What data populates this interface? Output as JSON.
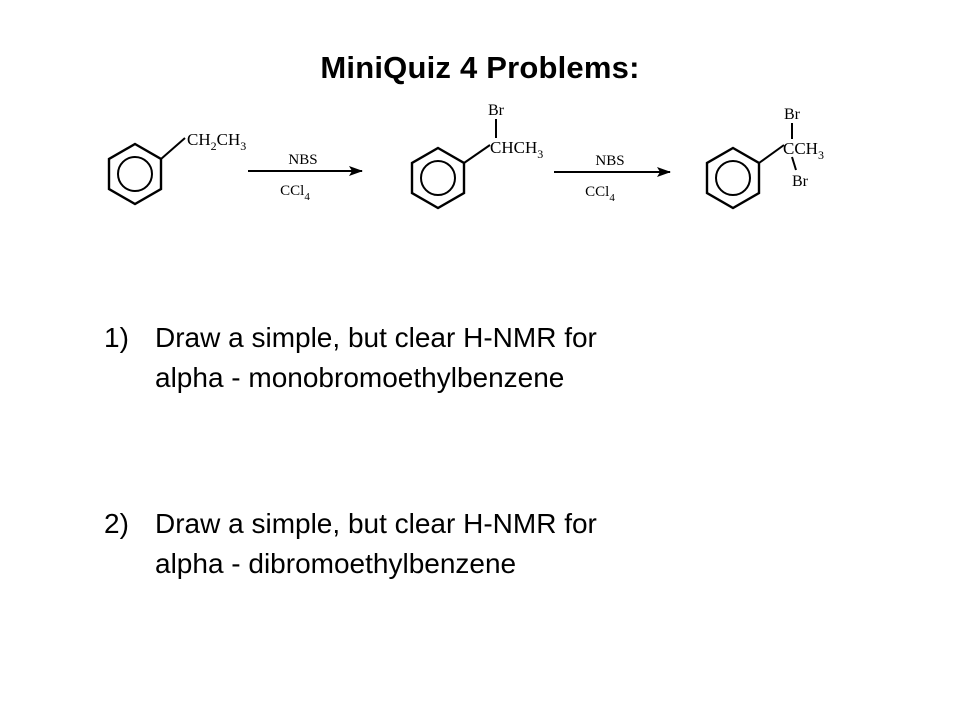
{
  "title": "MiniQuiz 4 Problems:",
  "scheme": {
    "reactant": {
      "chain_main": "CH",
      "chain_sub1": "2",
      "chain_mid": "CH",
      "chain_sub2": "3"
    },
    "step1": {
      "reagent": "NBS",
      "solvent_main": "CCl",
      "solvent_sub": "4"
    },
    "intermediate": {
      "substituent": "Br",
      "chain_main": "CHCH",
      "chain_sub": "3"
    },
    "step2": {
      "reagent": "NBS",
      "solvent_main": "CCl",
      "solvent_sub": "4"
    },
    "product": {
      "substituent_top": "Br",
      "chain_main": "CCH",
      "chain_sub": "3",
      "substituent_bottom": "Br"
    }
  },
  "questions": [
    {
      "number": "1)",
      "line1": "Draw a simple, but clear H-NMR for",
      "line2": "alpha - monobromoethylbenzene"
    },
    {
      "number": "2)",
      "line1": "Draw a simple, but clear H-NMR for",
      "line2": "alpha - dibromoethylbenzene"
    }
  ]
}
